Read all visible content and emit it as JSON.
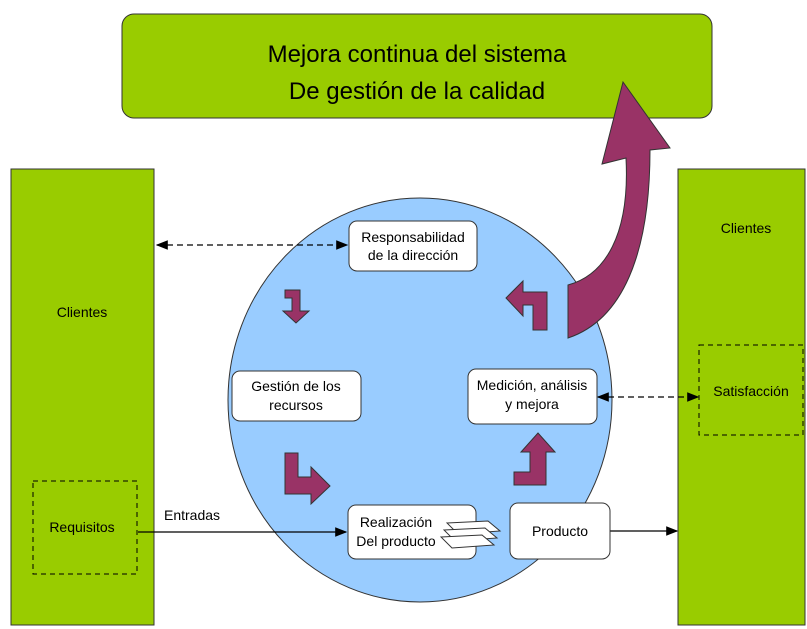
{
  "title": {
    "line1": "Mejora continua del sistema",
    "line2": "De gestión de la calidad"
  },
  "left_column": {
    "label": "Clientes",
    "requirements_label": "Requisitos",
    "inputs_label": "Entradas"
  },
  "right_column": {
    "label": "Clientes",
    "satisfaction_label": "Satisfacción"
  },
  "process_boxes": {
    "management": {
      "line1": "Responsabilidad",
      "line2": "de la dirección"
    },
    "resources": {
      "line1": "Gestión de los",
      "line2": "recursos"
    },
    "measurement": {
      "line1": "Medición, análisis",
      "line2": "y mejora"
    },
    "realization": {
      "line1": "Realización",
      "line2": "Del producto"
    },
    "product": {
      "line1": "Producto"
    }
  },
  "colors": {
    "green": "#99cc00",
    "circle": "#99ccff",
    "arrow": "#993366"
  }
}
